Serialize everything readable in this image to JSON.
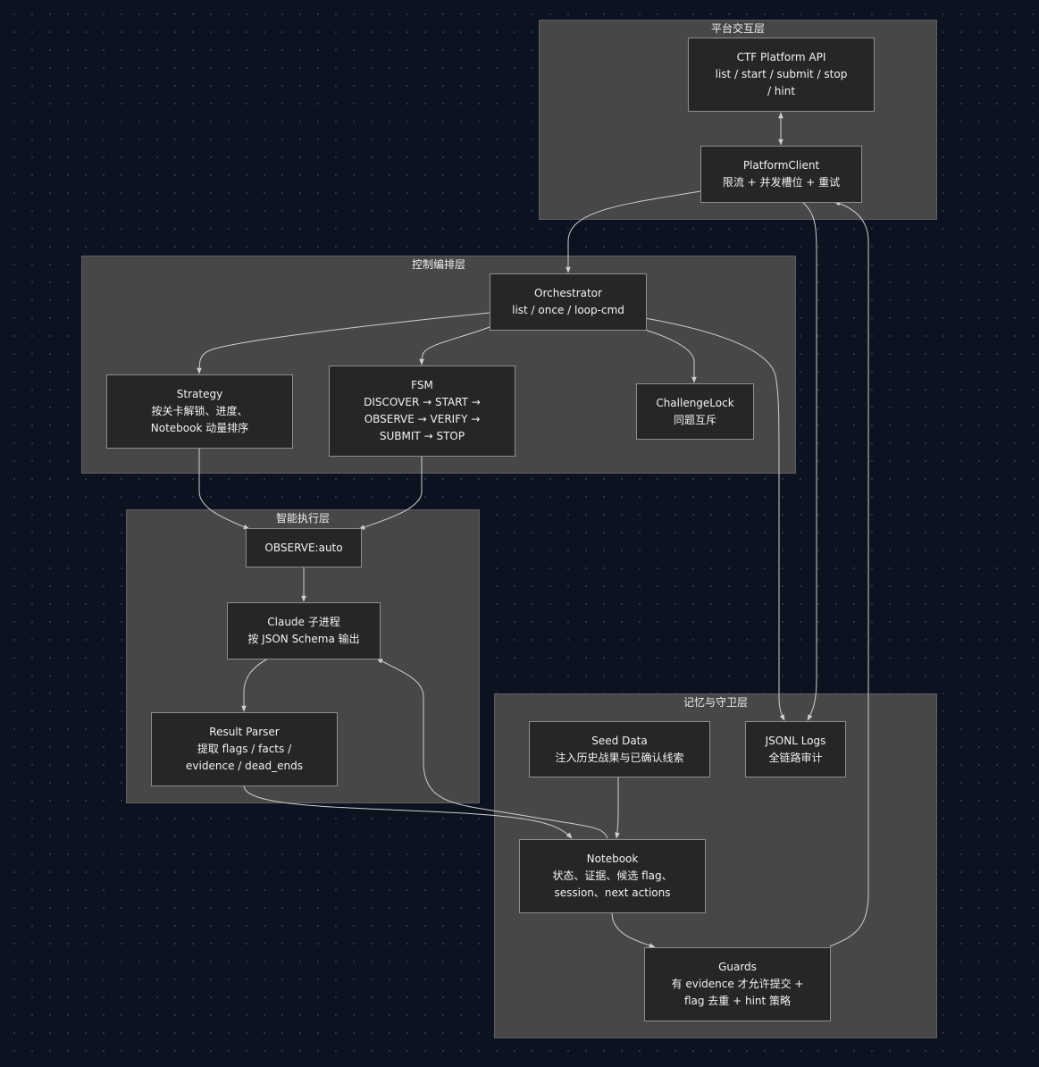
{
  "clusters": {
    "platform": {
      "title": "平台交互层"
    },
    "control": {
      "title": "控制编排层"
    },
    "intel": {
      "title": "智能执行层"
    },
    "memory": {
      "title": "记忆与守卫层"
    }
  },
  "nodes": {
    "ctf_api": {
      "lines": [
        "CTF Platform API",
        "list / start / submit / stop",
        "/ hint"
      ]
    },
    "platform_client": {
      "lines": [
        "PlatformClient",
        "限流 + 并发槽位 + 重试"
      ]
    },
    "orchestrator": {
      "lines": [
        "Orchestrator",
        "list / once / loop-cmd"
      ]
    },
    "strategy": {
      "lines": [
        "Strategy",
        "按关卡解锁、进度、",
        "Notebook 动量排序"
      ]
    },
    "fsm": {
      "lines": [
        "FSM",
        "DISCOVER → START →",
        "OBSERVE → VERIFY →",
        "SUBMIT → STOP"
      ]
    },
    "challenge_lock": {
      "lines": [
        "ChallengeLock",
        "同题互斥"
      ]
    },
    "observe": {
      "lines": [
        "OBSERVE:auto"
      ]
    },
    "claude": {
      "lines": [
        "Claude 子进程",
        "按 JSON Schema 输出"
      ]
    },
    "result_parser": {
      "lines": [
        "Result Parser",
        "提取 flags / facts /",
        "evidence / dead_ends"
      ]
    },
    "seed_data": {
      "lines": [
        "Seed Data",
        "注入历史战果与已确认线索"
      ]
    },
    "jsonl_logs": {
      "lines": [
        "JSONL Logs",
        "全链路审计"
      ]
    },
    "notebook": {
      "lines": [
        "Notebook",
        "状态、证据、候选 flag、",
        "session、next actions"
      ]
    },
    "guards": {
      "lines": [
        "Guards",
        "有 evidence 才允许提交 +",
        "flag 去重 + hint 策略"
      ]
    }
  },
  "edges": [
    {
      "from": "ctf_api",
      "to": "platform_client",
      "direction": "both"
    },
    {
      "from": "platform_client",
      "to": "orchestrator"
    },
    {
      "from": "platform_client",
      "to": "jsonl_logs"
    },
    {
      "from": "orchestrator",
      "to": "strategy"
    },
    {
      "from": "orchestrator",
      "to": "fsm"
    },
    {
      "from": "orchestrator",
      "to": "challenge_lock"
    },
    {
      "from": "orchestrator",
      "to": "jsonl_logs"
    },
    {
      "from": "strategy",
      "to": "observe"
    },
    {
      "from": "fsm",
      "to": "observe"
    },
    {
      "from": "observe",
      "to": "claude"
    },
    {
      "from": "claude",
      "to": "result_parser"
    },
    {
      "from": "result_parser",
      "to": "notebook"
    },
    {
      "from": "notebook",
      "to": "claude"
    },
    {
      "from": "seed_data",
      "to": "notebook"
    },
    {
      "from": "notebook",
      "to": "guards"
    },
    {
      "from": "guards",
      "to": "platform_client"
    }
  ],
  "colors": {
    "background": "#0c1220",
    "cluster_fill": "#474747",
    "node_fill": "#262626",
    "node_border": "#8e8e8e",
    "edge": "#cfcfcf",
    "text": "#f2f2f2"
  }
}
